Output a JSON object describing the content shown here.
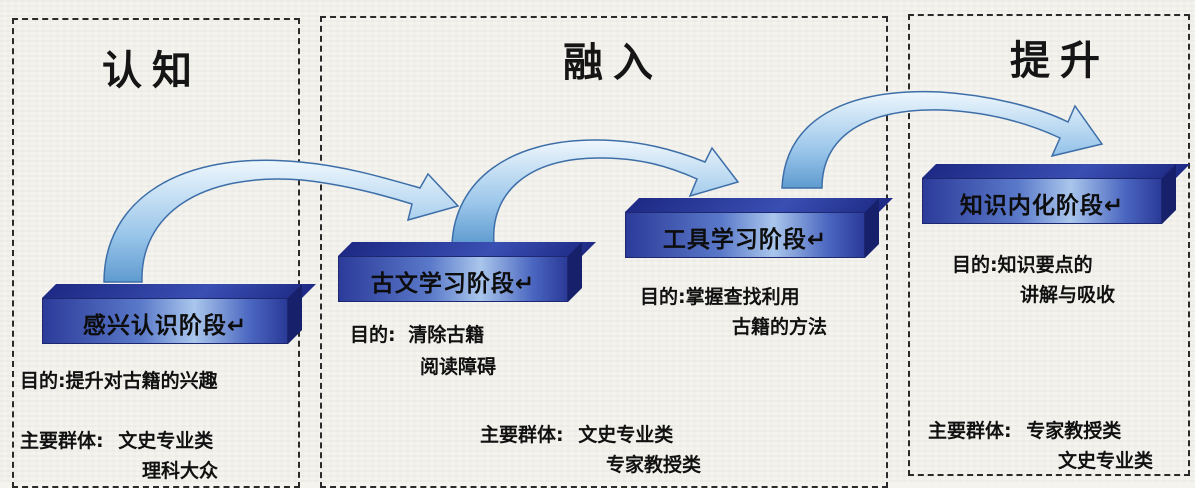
{
  "panels": [
    {
      "title": "认知"
    },
    {
      "title": "融入"
    },
    {
      "title": "提升"
    }
  ],
  "stages": [
    {
      "label": "感兴认识阶段↵",
      "purpose_label": "目的:",
      "purpose": [
        "提升对古籍的兴趣"
      ],
      "group_label": "主要群体:",
      "groups": [
        "文史专业类",
        "理科大众"
      ]
    },
    {
      "label": "古文学习阶段↵",
      "purpose_label": "目的:",
      "purpose": [
        "清除古籍",
        "阅读障碍"
      ]
    },
    {
      "label": "工具学习阶段↵",
      "purpose_label": "目的:",
      "purpose": [
        "掌握查找利用",
        "古籍的方法"
      ]
    },
    {
      "label": "知识内化阶段↵",
      "purpose_label": "目的:",
      "purpose": [
        "知识要点的",
        "讲解与吸收"
      ],
      "group_label": "主要群体:",
      "groups": [
        "专家教授类",
        "文史专业类"
      ]
    }
  ],
  "middle_group": {
    "group_label": "主要群体:",
    "groups": [
      "文史专业类",
      "专家教授类"
    ]
  },
  "colors": {
    "arrow_light": "#e8f4fc",
    "arrow_dark": "#6aa6d8",
    "block_dark": "#2c3b9a",
    "block_light": "#a9c6ec"
  }
}
